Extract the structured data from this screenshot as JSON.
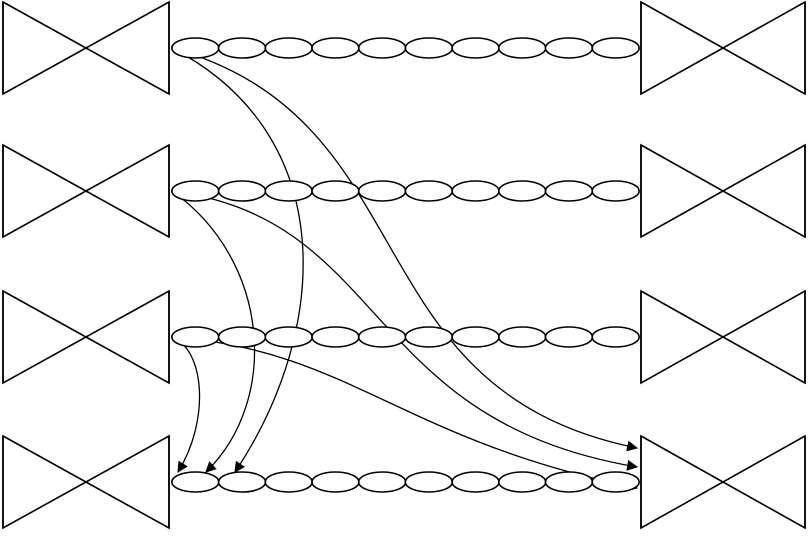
{
  "diagram": {
    "type": "waveguide-array-with-crosstalk",
    "rows": 4,
    "elements_per_coupler": 10,
    "left_device_shape": "bowtie",
    "right_device_shape": "bowtie",
    "connections": [
      {
        "from_row": 1,
        "to": "left-bottom",
        "arrow": true
      },
      {
        "from_row": 1,
        "to": "right-bottom",
        "arrow": true
      },
      {
        "from_row": 2,
        "to": "left-bottom",
        "arrow": true
      },
      {
        "from_row": 2,
        "to": "right-bottom",
        "arrow": true
      },
      {
        "from_row": 3,
        "to": "left-bottom",
        "arrow": true
      },
      {
        "from_row": 3,
        "to": "right-bottom",
        "arrow": true
      }
    ],
    "colors": {
      "stroke": "#000000",
      "background": "#ffffff"
    }
  }
}
